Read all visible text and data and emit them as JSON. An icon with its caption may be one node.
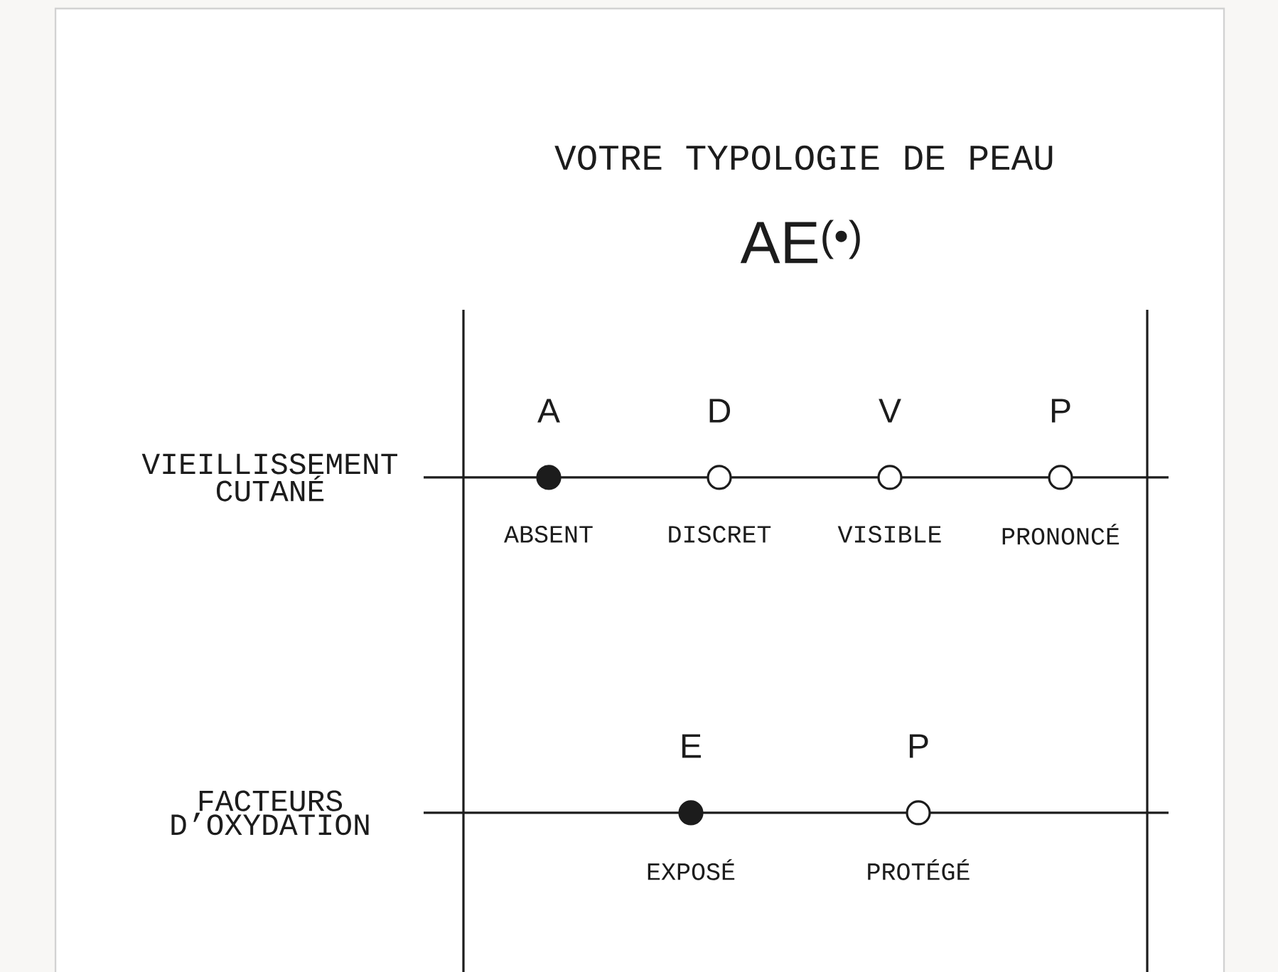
{
  "diagram": {
    "title": "VOTRE TYPOLOGIE DE PEAU",
    "nodes": [
      {
        "text": [],
        "shape": "dot",
        "beside": [
          "A",
          "ABSENT"
        ]
      },
      {
        "text": [],
        "shape": "circle",
        "beside": [
          "D",
          "DISCRET"
        ]
      },
      {
        "text": [],
        "shape": "circle",
        "beside": [
          "V",
          "VISIBLE"
        ]
      },
      {
        "text": [],
        "shape": "circle",
        "beside": [
          "P",
          "PRONONCÉ"
        ]
      },
      {
        "text": [],
        "shape": "dot",
        "beside": [
          "E",
          "EXPOSÉ"
        ]
      },
      {
        "text": [],
        "shape": "circle",
        "beside": [
          "P",
          "PROTÉGÉ"
        ]
      }
    ],
    "labels": [
      "AE$^{(•)}$",
      "VIEILLISSEMENT CUTANÉ",
      "FACTEURS D’OXYDATION"
    ]
  }
}
